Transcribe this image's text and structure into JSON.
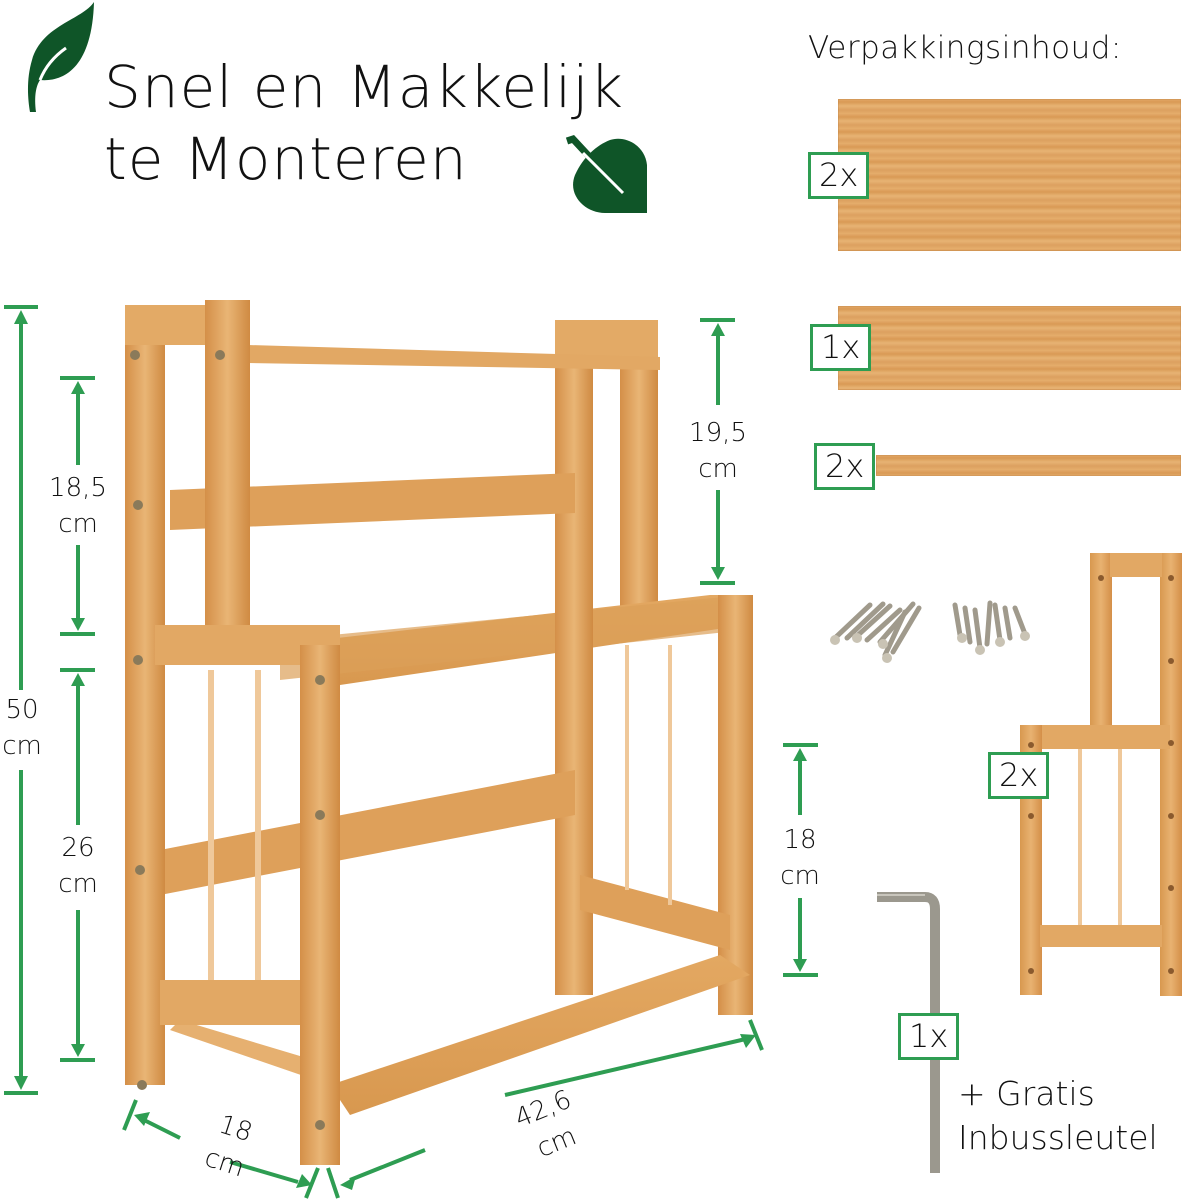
{
  "header": {
    "title_line1": "Snel en Makkelijk",
    "title_line2": "te Monteren",
    "icons": [
      "leaf-icon",
      "leaf-icon"
    ],
    "accent_color": "#0f5528"
  },
  "product_dimensions": {
    "total_height": {
      "value": "50",
      "unit": "cm"
    },
    "top_section_height_left": {
      "value": "18,5",
      "unit": "cm"
    },
    "bottom_section_height_left": {
      "value": "26",
      "unit": "cm"
    },
    "top_section_height_right": {
      "value": "19,5",
      "unit": "cm"
    },
    "bottom_shelf_gap_right": {
      "value": "18",
      "unit": "cm"
    },
    "depth": {
      "value": "18",
      "unit": "cm"
    },
    "width": {
      "value": "42,6",
      "unit": "cm"
    },
    "arrow_color": "#2e9d52"
  },
  "package_contents": {
    "title": "Verpakkingsinhoud:",
    "items": [
      {
        "name": "large-shelf-board",
        "quantity": "2x"
      },
      {
        "name": "narrow-shelf-board",
        "quantity": "1x"
      },
      {
        "name": "slat",
        "quantity": "2x"
      },
      {
        "name": "screws",
        "quantity": ""
      },
      {
        "name": "side-frame",
        "quantity": "2x"
      },
      {
        "name": "hex-key",
        "quantity": "1x"
      }
    ],
    "bonus_line1": "+ Gratis",
    "bonus_line2": "Inbussleutel"
  }
}
